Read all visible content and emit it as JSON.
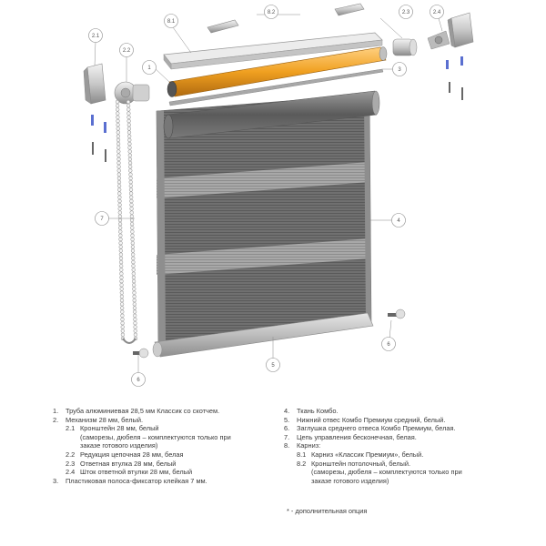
{
  "callouts": {
    "c1": "1",
    "c2_1": "2.1",
    "c2_2": "2.2",
    "c2_3": "2.3",
    "c2_4": "2.4",
    "c3": "3",
    "c4": "4",
    "c5": "5",
    "c6a": "6",
    "c6b": "6",
    "c7": "7",
    "c8_1": "8.1",
    "c8_2": "8.2"
  },
  "legend_left": [
    {
      "num": "1.",
      "text": "Труба алюминиевая 28,5 мм Классик со скотчем."
    },
    {
      "num": "2.",
      "text": "Механизм 28 мм, белый."
    },
    {
      "num": "2.1",
      "text": "Кронштейн 28 мм, белый",
      "sub": true
    },
    {
      "cont": "(саморезы, дюбеля – комплектуются только при"
    },
    {
      "cont": "заказе готового изделия)"
    },
    {
      "num": "2.2",
      "text": "Редукция цепочная 28 мм, белая",
      "sub": true
    },
    {
      "num": "2.3",
      "text": "Ответная втулка 28 мм, белый",
      "sub": true
    },
    {
      "num": "2.4",
      "text": "Шток ответной втулки 28 мм, белый",
      "sub": true
    },
    {
      "num": "3.",
      "text": "Пластиковая полоса-фиксатор клейкая 7 мм."
    }
  ],
  "legend_right": [
    {
      "num": "4.",
      "text": "Ткань Комбо."
    },
    {
      "num": "5.",
      "text": "Нижний отвес Комбо Премиум средний, белый."
    },
    {
      "num": "6.",
      "text": "Заглушка среднего отвеса Комбо Премиум, белая."
    },
    {
      "num": "7.",
      "text": "Цепь управления бесконечная, белая."
    },
    {
      "num": "8.",
      "text": "Карниз:"
    },
    {
      "num": "8.1",
      "text": "Карниз «Классик Премиум», белый.",
      "sub": true
    },
    {
      "num": "8.2",
      "text": "Кронштейн потолочный, белый.",
      "sub": true
    },
    {
      "cont": "(саморезы, дюбеля – комплектуются только при"
    },
    {
      "cont": "заказе готового изделия)"
    }
  ],
  "footnote": "* - дополнительная опция",
  "colors": {
    "fabric_dark": "#6e6e6e",
    "fabric_light": "#b4b4b4",
    "tube": "#f0a020",
    "profile": "#d8d8d8",
    "line": "#888888"
  }
}
